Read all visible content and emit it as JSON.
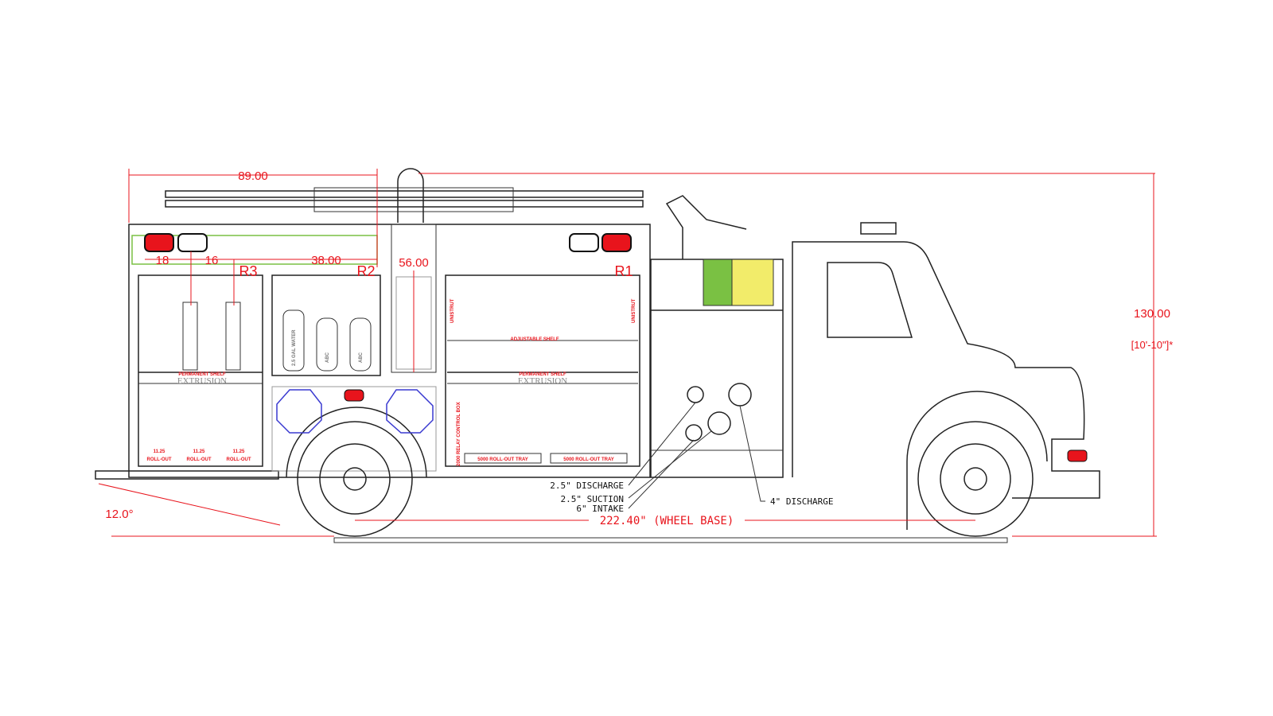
{
  "dimensions": {
    "rear_body_length": "89.00",
    "light_spacing_1": "18",
    "light_spacing_2": "16",
    "compartment_r2_width": "38.00",
    "center_height": "56.00",
    "overall_height": "130.00",
    "overall_height_ft": "[10'-10\"]*",
    "departure_angle": "12.0°",
    "wheel_base": "222.40\" (WHEEL BASE)",
    "rollout_width": "11.25"
  },
  "compartments": {
    "r3": "R3",
    "r2": "R2",
    "r1": "R1"
  },
  "labels": {
    "permanent_shelf": "PERMANENT SHELF",
    "extrusion": "EXTRUSION",
    "adjustable_shelf": "ADJUSTABLE SHELF",
    "roll_out": "ROLL-OUT",
    "rollout_tray": "5000 ROLL-OUT TRAY",
    "unistrut": "UNISTRUT",
    "relay_box": "2000 RELAY CONTROL BOX",
    "extinguisher_water": "2.5 GAL WATER",
    "extinguisher_abc": "ABC"
  },
  "pump_callouts": {
    "discharge_25": "2.5\" DISCHARGE",
    "suction_25": "2.5\" SUCTION",
    "intake_6": "6\" INTAKE",
    "discharge_4": "4\" DISCHARGE"
  },
  "colors": {
    "dimension": "#e8141c",
    "highlight_green": "#7ac143",
    "highlight_yellow": "#f2ec6a"
  }
}
